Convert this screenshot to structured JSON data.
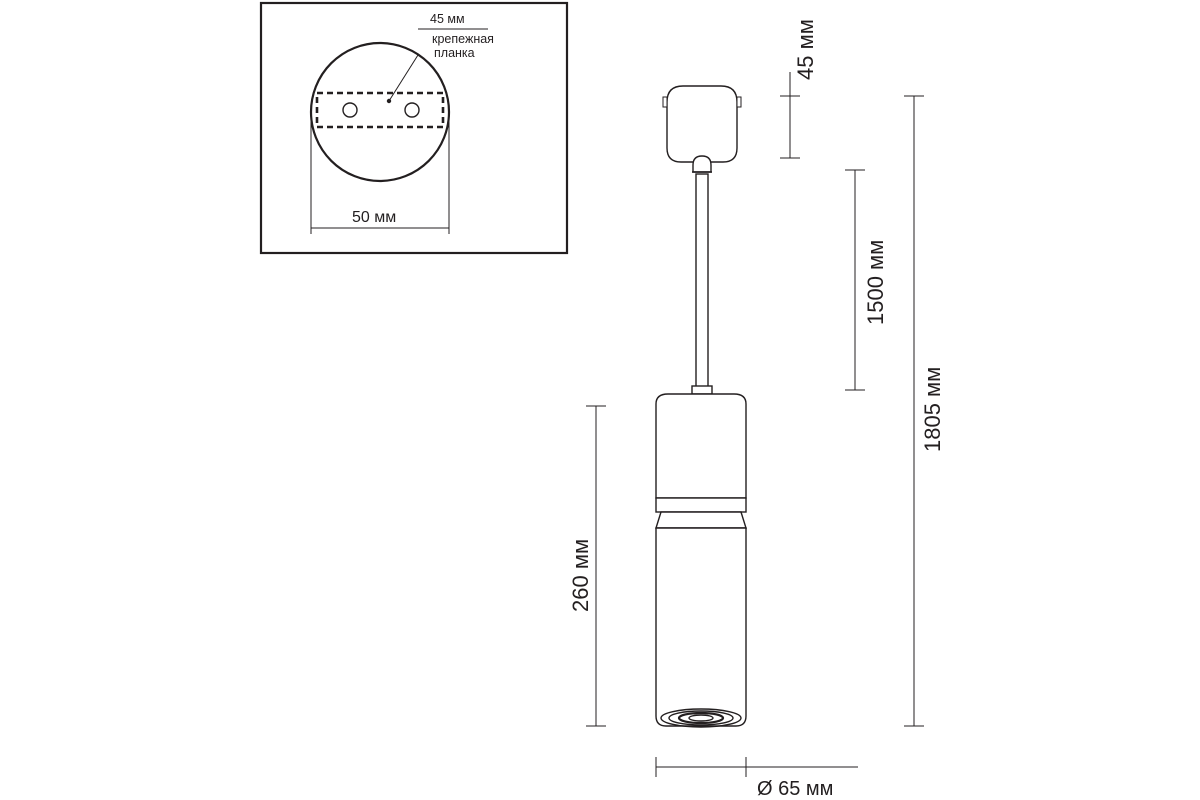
{
  "inset": {
    "top_label": "45 мм",
    "callout_line1": "крепежная",
    "callout_line2": "планка",
    "width_label": "50 мм"
  },
  "dimensions": {
    "canopy_height": "45 мм",
    "cable_length": "1500 мм",
    "total_length": "1805 мм",
    "body_length": "260 мм",
    "diameter": "Ø 65 мм"
  },
  "colors": {
    "line": "#231f20",
    "background": "#ffffff"
  }
}
